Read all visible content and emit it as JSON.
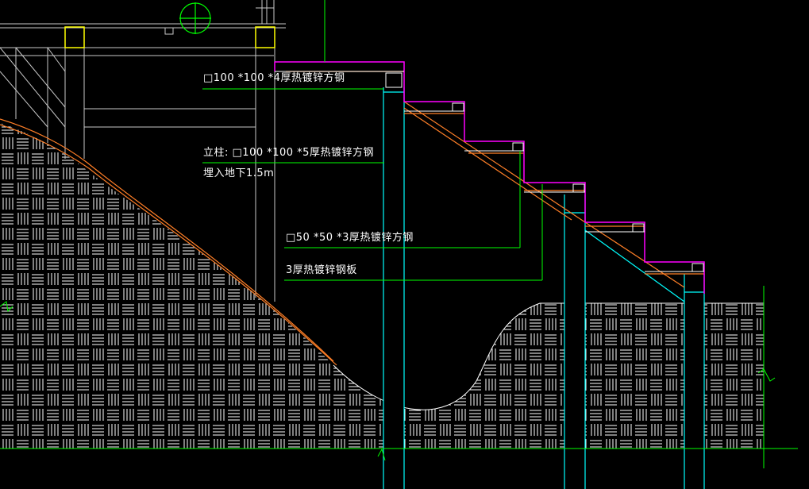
{
  "annotations": {
    "top_tube": "□100 *100 *4厚热镀锌方钢",
    "post_line1": "立柱: □100 *100 *5厚热镀锌方钢",
    "post_line2": "埋入地下1.5m",
    "small_tube": "□50 *50 *3厚热镀锌方钢",
    "steel_plate": "3厚热镀锌钢板"
  },
  "colors": {
    "background": "#000000",
    "leader": "#00ff00",
    "step_outline": "#ff00ff",
    "stringer": "#ff7f27",
    "post": "#00ffff",
    "fill_pattern": "#ffffff",
    "frame": "#c8c8c8",
    "yellow_block": "#ffff00"
  }
}
